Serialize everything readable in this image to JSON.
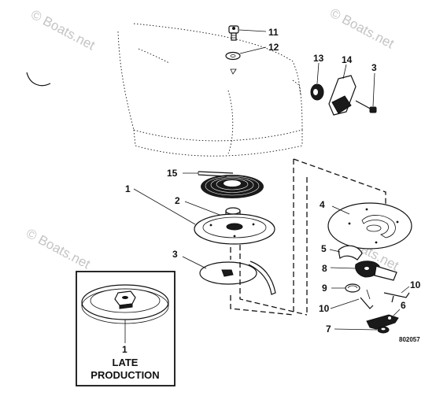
{
  "watermark": {
    "text": "© Boats.net"
  },
  "inset": {
    "caption_line1": "LATE",
    "caption_line2": "PRODUCTION"
  },
  "diagram_code": "802057",
  "labels": {
    "l11": "11",
    "l12": "12",
    "l13": "13",
    "l14": "14",
    "l3a": "3",
    "l15": "15",
    "l1": "1",
    "l2": "2",
    "l3b": "3",
    "l4": "4",
    "l5": "5",
    "l8": "8",
    "l9": "9",
    "l10a": "10",
    "l10b": "10",
    "l6": "6",
    "l7": "7",
    "l1inset": "1"
  },
  "colors": {
    "ink": "#111111",
    "watermark": "#c4c4c4",
    "background": "#ffffff"
  }
}
